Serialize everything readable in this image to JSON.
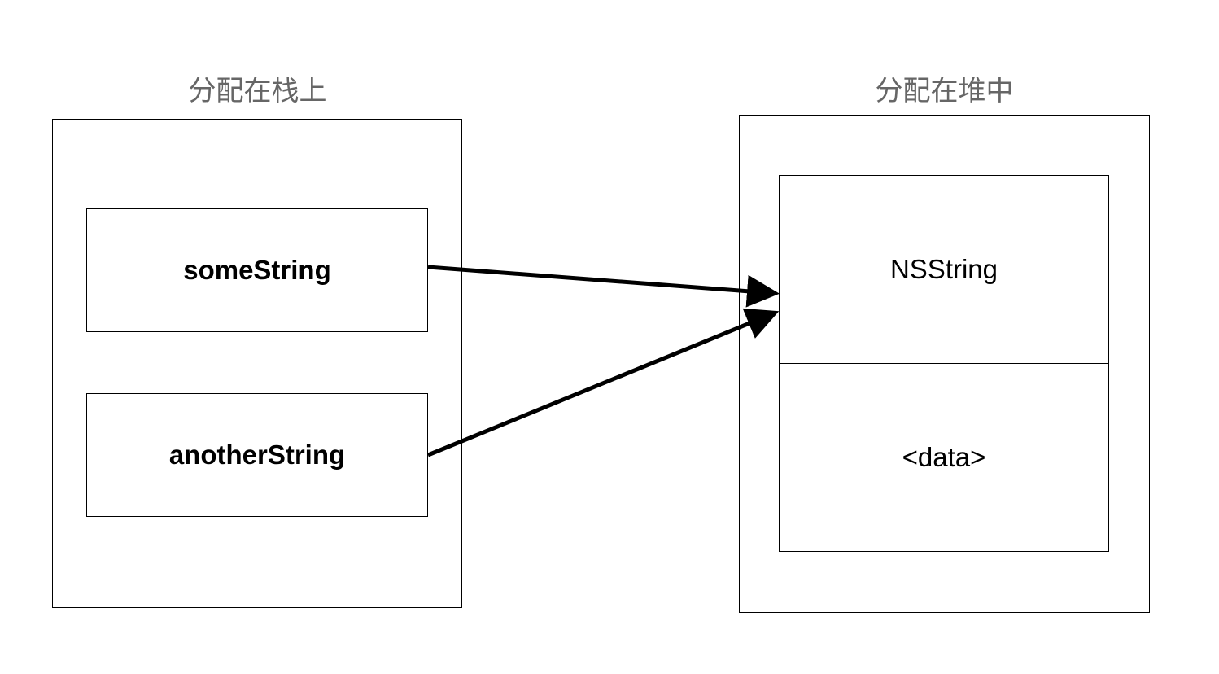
{
  "stack": {
    "title": "分配在栈上",
    "items": [
      {
        "label": "someString"
      },
      {
        "label": "anotherString"
      }
    ]
  },
  "heap": {
    "title": "分配在堆中",
    "object": {
      "header": "NSString",
      "body": "<data>"
    }
  },
  "arrows": [
    {
      "from": "someString",
      "to": "NSString"
    },
    {
      "from": "anotherString",
      "to": "NSString"
    }
  ],
  "colors": {
    "stroke": "#000000",
    "heading": "#666666",
    "background": "#ffffff"
  }
}
